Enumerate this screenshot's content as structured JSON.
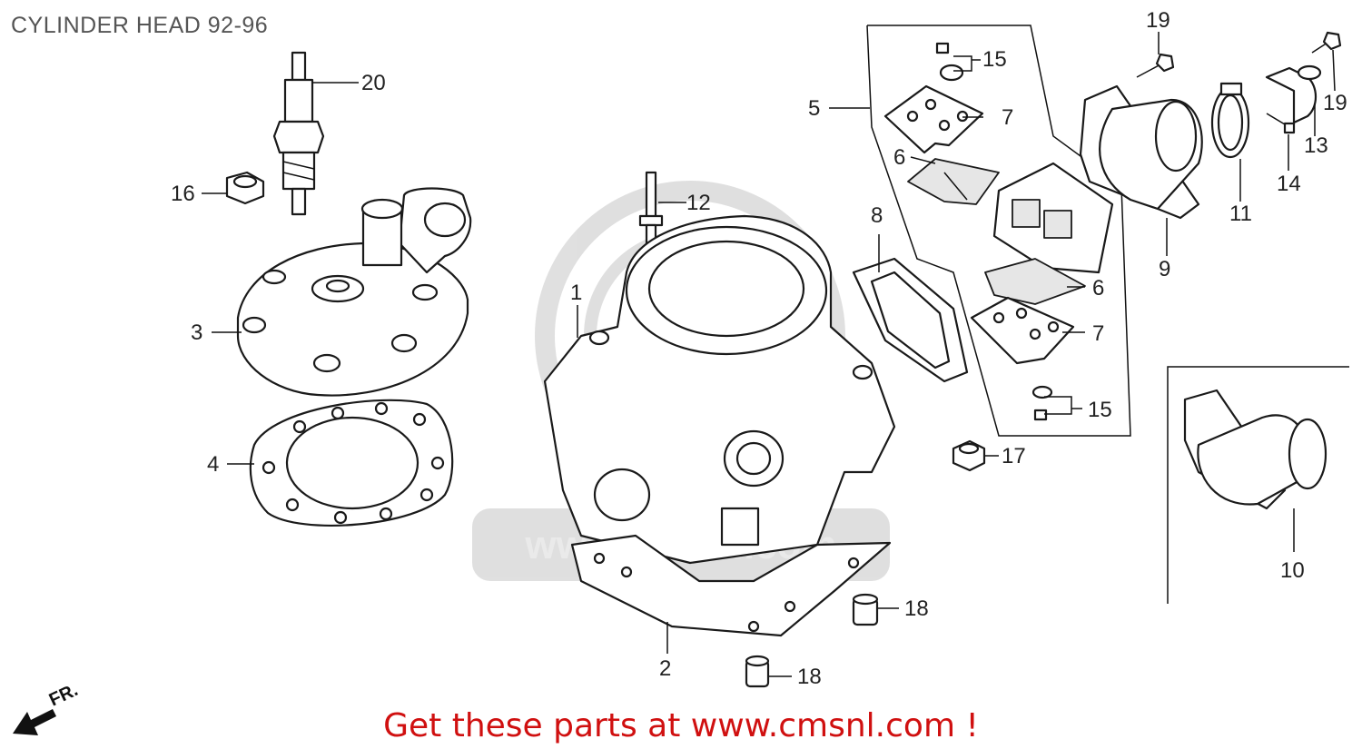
{
  "diagram": {
    "title": "CYLINDER HEAD 92-96",
    "callout": "Get these parts at www.cmsnl.com !",
    "front_indicator": "FR.",
    "watermark_text": "www.cmsnl.com",
    "parts": [
      {
        "ref": "1"
      },
      {
        "ref": "2"
      },
      {
        "ref": "3"
      },
      {
        "ref": "4"
      },
      {
        "ref": "5"
      },
      {
        "ref": "6"
      },
      {
        "ref": "7"
      },
      {
        "ref": "8"
      },
      {
        "ref": "9"
      },
      {
        "ref": "10"
      },
      {
        "ref": "11"
      },
      {
        "ref": "12"
      },
      {
        "ref": "13"
      },
      {
        "ref": "14"
      },
      {
        "ref": "15"
      },
      {
        "ref": "16"
      },
      {
        "ref": "17"
      },
      {
        "ref": "18"
      },
      {
        "ref": "19"
      },
      {
        "ref": "20"
      }
    ],
    "labels": {
      "l1": "1",
      "l2": "2",
      "l3": "3",
      "l4": "4",
      "l5": "5",
      "l6a": "6",
      "l6b": "6",
      "l7a": "7",
      "l7b": "7",
      "l8": "8",
      "l9": "9",
      "l10": "10",
      "l11": "11",
      "l12": "12",
      "l13": "13",
      "l14": "14",
      "l15a": "15",
      "l15b": "15",
      "l16": "16",
      "l17": "17",
      "l18a": "18",
      "l18b": "18",
      "l19a": "19",
      "l19b": "19",
      "l20": "20"
    }
  }
}
